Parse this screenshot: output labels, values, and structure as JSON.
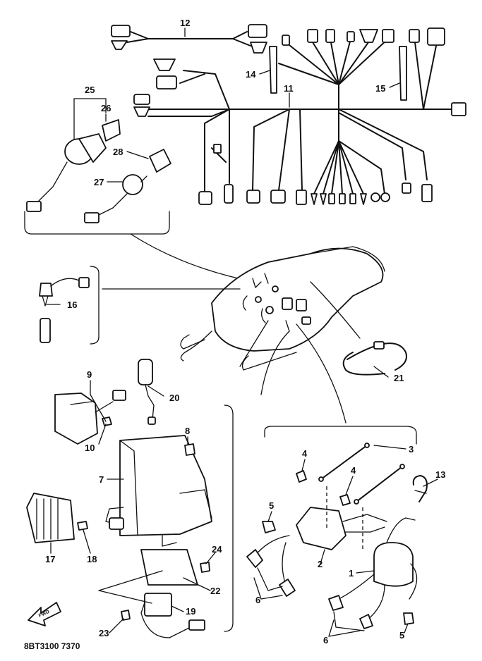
{
  "figure_code": "8BT3100 7370",
  "fwd_arrow_text": "FWD",
  "colors": {
    "ink": "#111111",
    "paper": "#ffffff"
  },
  "callouts": {
    "c1": "1",
    "c2": "2",
    "c3": "3",
    "c4a": "4",
    "c4b": "4",
    "c5a": "5",
    "c5b": "5",
    "c6a": "6",
    "c6b": "6",
    "c7": "7",
    "c8": "8",
    "c9": "9",
    "c10": "10",
    "c11": "11",
    "c12": "12",
    "c13": "13",
    "c14": "14",
    "c15": "15",
    "c16": "16",
    "c17": "17",
    "c18": "18",
    "c19": "19",
    "c20": "20",
    "c21": "21",
    "c22": "22",
    "c23": "23",
    "c24": "24",
    "c25": "25",
    "c26": "26",
    "c27": "27",
    "c28": "28"
  }
}
